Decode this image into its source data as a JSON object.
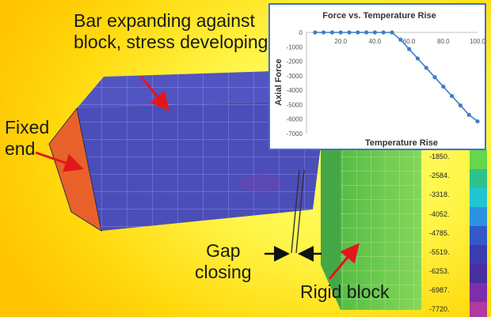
{
  "annotations": {
    "bar_expanding": "Bar expanding against\nblock, stress developing",
    "fixed_end": "Fixed\nend",
    "gap_closing": "Gap\nclosing",
    "rigid_block": "Rigid block"
  },
  "colors": {
    "bar_top": "#4f4fbd",
    "bar_front": "#4a4cb8",
    "bar_end": "#e85e26",
    "block_front": "#7ed150",
    "block_side": "#4ab44a",
    "arrow_red": "#e3161c",
    "arrow_black": "#111111",
    "chart_line": "#3d7fc7",
    "chart_frame": "#3f6fd8"
  },
  "legend": {
    "labels": [
      "-1850.",
      "-2584.",
      "-3318.",
      "-4052.",
      "-4785.",
      "-5519.",
      "-6253.",
      "-6987.",
      "-7720."
    ],
    "colors": [
      "#66d64a",
      "#2fc18a",
      "#22c4d3",
      "#2c93e0",
      "#3358c9",
      "#3a3cb0",
      "#4a2fa0",
      "#7d2fab",
      "#b03aa0"
    ]
  },
  "chart_data": {
    "type": "line",
    "title": "Force vs. Temperature Rise",
    "xlabel": "Temperature Rise",
    "ylabel": "Axial Force",
    "xlim": [
      0,
      100
    ],
    "ylim": [
      -7000,
      0
    ],
    "xticks": [
      0,
      20,
      40,
      60,
      80,
      100
    ],
    "xtick_labels": [
      "",
      "20.0",
      "40.0",
      "60.0",
      "80.0",
      "100.0"
    ],
    "yticks": [
      0,
      -1000,
      -2000,
      -3000,
      -4000,
      -5000,
      -6000,
      -7000
    ],
    "ytick_labels": [
      "0",
      "-1000",
      "-2000",
      "-3000",
      "-4000",
      "-5000",
      "-6000",
      "-7000"
    ],
    "x": [
      5,
      10,
      15,
      20,
      25,
      30,
      35,
      40,
      45,
      50,
      55,
      60,
      65,
      70,
      75,
      80,
      85,
      90,
      95,
      100
    ],
    "y": [
      0,
      0,
      0,
      0,
      0,
      0,
      0,
      0,
      0,
      0,
      -500,
      -1150,
      -1800,
      -2450,
      -3100,
      -3750,
      -4400,
      -5050,
      -5700,
      -6150
    ],
    "grid": false,
    "legend": "none"
  }
}
